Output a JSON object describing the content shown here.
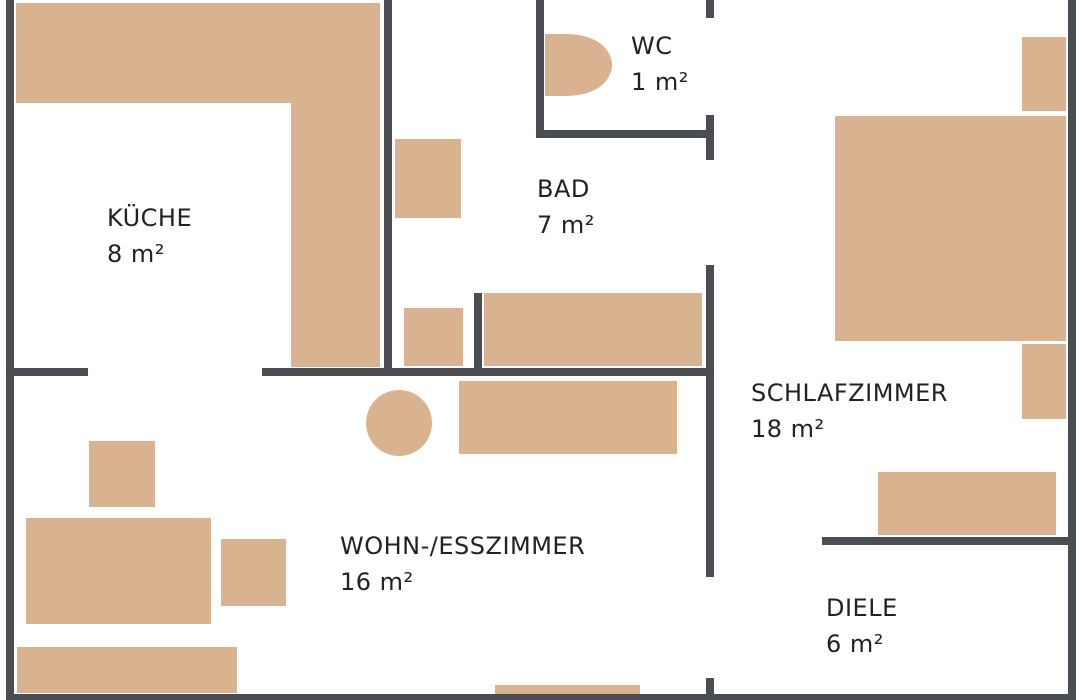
{
  "colors": {
    "wall": "#4a4d51",
    "furniture": "#d9b38f",
    "background": "#ffffff",
    "text": "#222222"
  },
  "rooms": {
    "kueche": {
      "name": "KÜCHE",
      "area": "8 m²"
    },
    "bad": {
      "name": "BAD",
      "area": "7 m²"
    },
    "wc": {
      "name": "WC",
      "area": "1 m²"
    },
    "schlafzimmer": {
      "name": "SCHLAFZIMMER",
      "area": "18 m²"
    },
    "wohn": {
      "name": "WOHN-/ESSZIMMER",
      "area": "16 m²"
    },
    "diele": {
      "name": "DIELE",
      "area": "6 m²"
    }
  }
}
